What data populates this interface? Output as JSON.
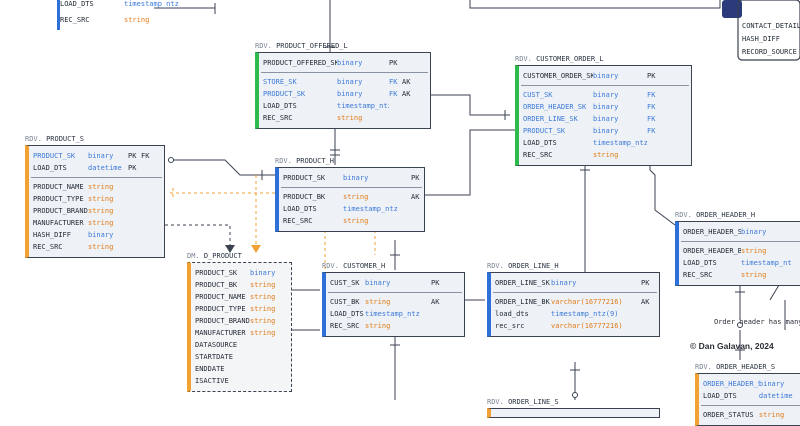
{
  "credit": "© Dan Galavan, 2024",
  "note": "Order header has many o",
  "colors": {
    "border": "#3b4250",
    "hub": "#2f6fd8",
    "link": "#2dbb4e",
    "sat": "#f2a233",
    "dim": "#f2a233"
  },
  "top_fragment": {
    "rows": [
      {
        "name": "LOAD_DTS",
        "type": "timestamp_ntz",
        "type_color": "blue"
      },
      {
        "name": "REC_SRC",
        "type": "string",
        "type_color": "orange"
      }
    ]
  },
  "top_right_fragment": {
    "lines": [
      "CONTACT_DETAILS",
      "HASH_DIFF",
      "RECORD_SOURCE"
    ]
  },
  "tables": [
    {
      "id": "product-offered-l",
      "schema": "RDV.",
      "name": "PRODUCT_OFFERED_L",
      "kind": "link",
      "rows": [
        {
          "name": "PRODUCT_OFFERED_SK",
          "type": "binary",
          "type_color": "blue",
          "key": "PK",
          "name_color": "dark"
        },
        {
          "sep": true
        },
        {
          "name": "STORE_SK",
          "type": "binary",
          "type_color": "blue",
          "key": "FK",
          "key2": "AK",
          "name_color": "blue"
        },
        {
          "name": "PRODUCT_SK",
          "type": "binary",
          "type_color": "blue",
          "key": "FK",
          "key2": "AK",
          "name_color": "blue"
        },
        {
          "name": "LOAD_DTS",
          "type": "timestamp_ntz",
          "type_color": "blue",
          "name_color": "dark"
        },
        {
          "name": "REC_SRC",
          "type": "string",
          "type_color": "orange",
          "name_color": "dark"
        }
      ]
    },
    {
      "id": "customer-order-l",
      "schema": "RDV.",
      "name": "CUSTOMER_ORDER_L",
      "kind": "link",
      "rows": [
        {
          "name": "CUSTOMER_ORDER_SK",
          "type": "binary",
          "type_color": "blue",
          "key": "PK",
          "name_color": "dark"
        },
        {
          "sep": true
        },
        {
          "name": "CUST_SK",
          "type": "binary",
          "type_color": "blue",
          "key": "FK",
          "name_color": "blue"
        },
        {
          "name": "ORDER_HEADER_SK",
          "type": "binary",
          "type_color": "blue",
          "key": "FK",
          "name_color": "blue"
        },
        {
          "name": "ORDER_LINE_SK",
          "type": "binary",
          "type_color": "blue",
          "key": "FK",
          "name_color": "blue"
        },
        {
          "name": "PRODUCT_SK",
          "type": "binary",
          "type_color": "blue",
          "key": "FK",
          "name_color": "blue"
        },
        {
          "name": "LOAD_DTS",
          "type": "timestamp_ntz",
          "type_color": "blue",
          "name_color": "dark"
        },
        {
          "name": "REC_SRC",
          "type": "string",
          "type_color": "orange",
          "name_color": "dark"
        }
      ]
    },
    {
      "id": "product-s",
      "schema": "RDV.",
      "name": "PRODUCT_S",
      "kind": "sat",
      "rows": [
        {
          "name": "PRODUCT_SK",
          "type": "binary",
          "type_color": "blue",
          "key": "PK",
          "key2": "FK",
          "name_color": "blue"
        },
        {
          "name": "LOAD_DTS",
          "type": "datetime",
          "type_color": "blue",
          "key": "PK",
          "name_color": "dark"
        },
        {
          "sep": true
        },
        {
          "name": "PRODUCT_NAME",
          "type": "string",
          "type_color": "orange",
          "name_color": "dark"
        },
        {
          "name": "PRODUCT_TYPE",
          "type": "string",
          "type_color": "orange",
          "name_color": "dark"
        },
        {
          "name": "PRODUCT_BRAND",
          "type": "string",
          "type_color": "orange",
          "name_color": "dark"
        },
        {
          "name": "MANUFACTURER",
          "type": "string",
          "type_color": "orange",
          "name_color": "dark"
        },
        {
          "name": "HASH_DIFF",
          "type": "binary",
          "type_color": "blue",
          "name_color": "dark"
        },
        {
          "name": "REC_SRC",
          "type": "string",
          "type_color": "orange",
          "name_color": "dark"
        }
      ]
    },
    {
      "id": "product-h",
      "schema": "RDV.",
      "name": "PRODUCT_H",
      "kind": "hub",
      "rows": [
        {
          "name": "PRODUCT_SK",
          "type": "binary",
          "type_color": "blue",
          "key": "PK",
          "name_color": "dark"
        },
        {
          "sep": true
        },
        {
          "name": "PRODUCT_BK",
          "type": "string",
          "type_color": "orange",
          "key": "AK",
          "name_color": "dark"
        },
        {
          "name": "LOAD_DTS",
          "type": "timestamp_ntz",
          "type_color": "blue",
          "name_color": "dark"
        },
        {
          "name": "REC_SRC",
          "type": "string",
          "type_color": "orange",
          "name_color": "dark"
        }
      ]
    },
    {
      "id": "d-product",
      "schema": "DM.",
      "name": "D_PRODUCT",
      "kind": "dim",
      "rows": [
        {
          "name": "PRODUCT_SK",
          "type": "binary",
          "type_color": "blue",
          "name_color": "dark"
        },
        {
          "name": "PRODUCT_BK",
          "type": "string",
          "type_color": "orange",
          "name_color": "dark"
        },
        {
          "name": "PRODUCT_NAME",
          "type": "string",
          "type_color": "orange",
          "name_color": "dark"
        },
        {
          "name": "PRODUCT_TYPE",
          "type": "string",
          "type_color": "orange",
          "name_color": "dark"
        },
        {
          "name": "PRODUCT_BRAND",
          "type": "string",
          "type_color": "orange",
          "name_color": "dark"
        },
        {
          "name": "MANUFACTURER",
          "type": "string",
          "type_color": "orange",
          "name_color": "dark"
        },
        {
          "name": "DATASOURCE",
          "type": "",
          "type_color": "orange",
          "name_color": "dark"
        },
        {
          "name": "STARTDATE",
          "type": "",
          "type_color": "orange",
          "name_color": "dark"
        },
        {
          "name": "ENDDATE",
          "type": "",
          "type_color": "orange",
          "name_color": "dark"
        },
        {
          "name": "ISACTIVE",
          "type": "",
          "type_color": "orange",
          "name_color": "dark"
        }
      ]
    },
    {
      "id": "customer-h",
      "schema": "RDV.",
      "name": "CUSTOMER_H",
      "kind": "hub",
      "rows": [
        {
          "name": "CUST_SK",
          "type": "binary",
          "type_color": "blue",
          "key": "PK",
          "name_color": "dark"
        },
        {
          "sep": true
        },
        {
          "name": "CUST_BK",
          "type": "string",
          "type_color": "orange",
          "key": "AK",
          "name_color": "dark"
        },
        {
          "name": "LOAD_DTS",
          "type": "timestamp_ntz",
          "type_color": "blue",
          "name_color": "dark"
        },
        {
          "name": "REC_SRC",
          "type": "string",
          "type_color": "orange",
          "name_color": "dark"
        }
      ]
    },
    {
      "id": "order-line-h",
      "schema": "RDV.",
      "name": "ORDER_LINE_H",
      "kind": "hub",
      "rows": [
        {
          "name": "ORDER_LINE_SK",
          "type": "binary",
          "type_color": "blue",
          "key": "PK",
          "name_color": "dark"
        },
        {
          "sep": true
        },
        {
          "name": "ORDER_LINE_BK",
          "type": "varchar(16777216)",
          "type_color": "orange",
          "key": "AK",
          "name_color": "dark"
        },
        {
          "name": "load_dts",
          "type": "timestamp_ntz(9)",
          "type_color": "blue",
          "name_color": "dark"
        },
        {
          "name": "rec_src",
          "type": "varchar(16777216)",
          "type_color": "orange",
          "name_color": "dark"
        }
      ]
    },
    {
      "id": "order-header-h",
      "schema": "RDV.",
      "name": "ORDER_HEADER_H",
      "kind": "hub",
      "rows": [
        {
          "name": "ORDER_HEADER_SK",
          "type": "binary",
          "type_color": "blue",
          "name_color": "dark"
        },
        {
          "sep": true
        },
        {
          "name": "ORDER_HEADER_BK",
          "type": "string",
          "type_color": "orange",
          "name_color": "dark"
        },
        {
          "name": "LOAD_DTS",
          "type": "timestamp_ntz",
          "type_color": "blue",
          "name_color": "dark"
        },
        {
          "name": "REC_SRC",
          "type": "string",
          "type_color": "orange",
          "name_color": "dark"
        }
      ]
    },
    {
      "id": "order-header-s",
      "schema": "RDV.",
      "name": "ORDER_HEADER_S",
      "kind": "sat",
      "rows": [
        {
          "name": "ORDER_HEADER_SK",
          "type": "binary",
          "type_color": "blue",
          "name_color": "blue"
        },
        {
          "name": "LOAD_DTS",
          "type": "datetime",
          "type_color": "blue",
          "name_color": "dark"
        },
        {
          "sep": true
        },
        {
          "name": "ORDER_STATUS",
          "type": "string",
          "type_color": "orange",
          "name_color": "dark"
        }
      ]
    },
    {
      "id": "order-line-s",
      "schema": "RDV.",
      "name": "ORDER_LINE_S",
      "kind": "sat",
      "rows": []
    }
  ]
}
